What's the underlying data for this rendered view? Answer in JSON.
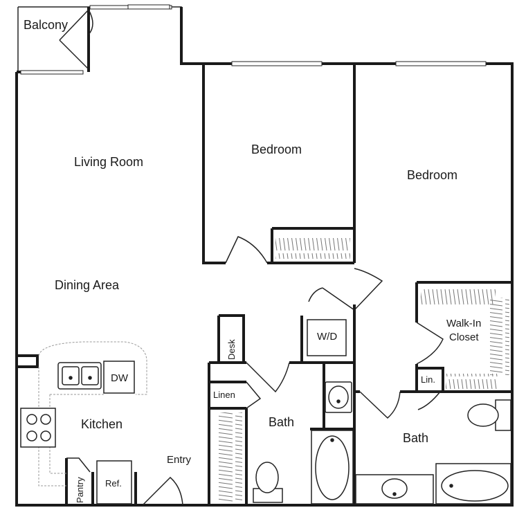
{
  "rooms": {
    "balcony": "Balcony",
    "living_room": "Living Room",
    "dining_area": "Dining Area",
    "kitchen": "Kitchen",
    "bedroom_1": "Bedroom",
    "bedroom_2": "Bedroom",
    "walk_in_closet_line1": "Walk-In",
    "walk_in_closet_line2": "Closet",
    "bath_1": "Bath",
    "bath_2": "Bath",
    "entry": "Entry"
  },
  "fixtures": {
    "dishwasher": "DW",
    "washer_dryer": "W/D",
    "desk": "Desk",
    "linen": "Linen",
    "linen_short": "Lin.",
    "pantry": "Pantry",
    "refrigerator": "Ref."
  }
}
